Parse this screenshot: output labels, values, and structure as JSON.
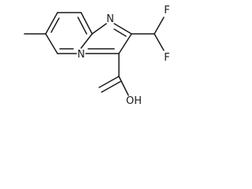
{
  "molecule": {
    "labels": {
      "n_bridge": "N",
      "n_imidazole": "N",
      "f_top": "F",
      "f_bottom": "F",
      "oh": "OH"
    }
  }
}
